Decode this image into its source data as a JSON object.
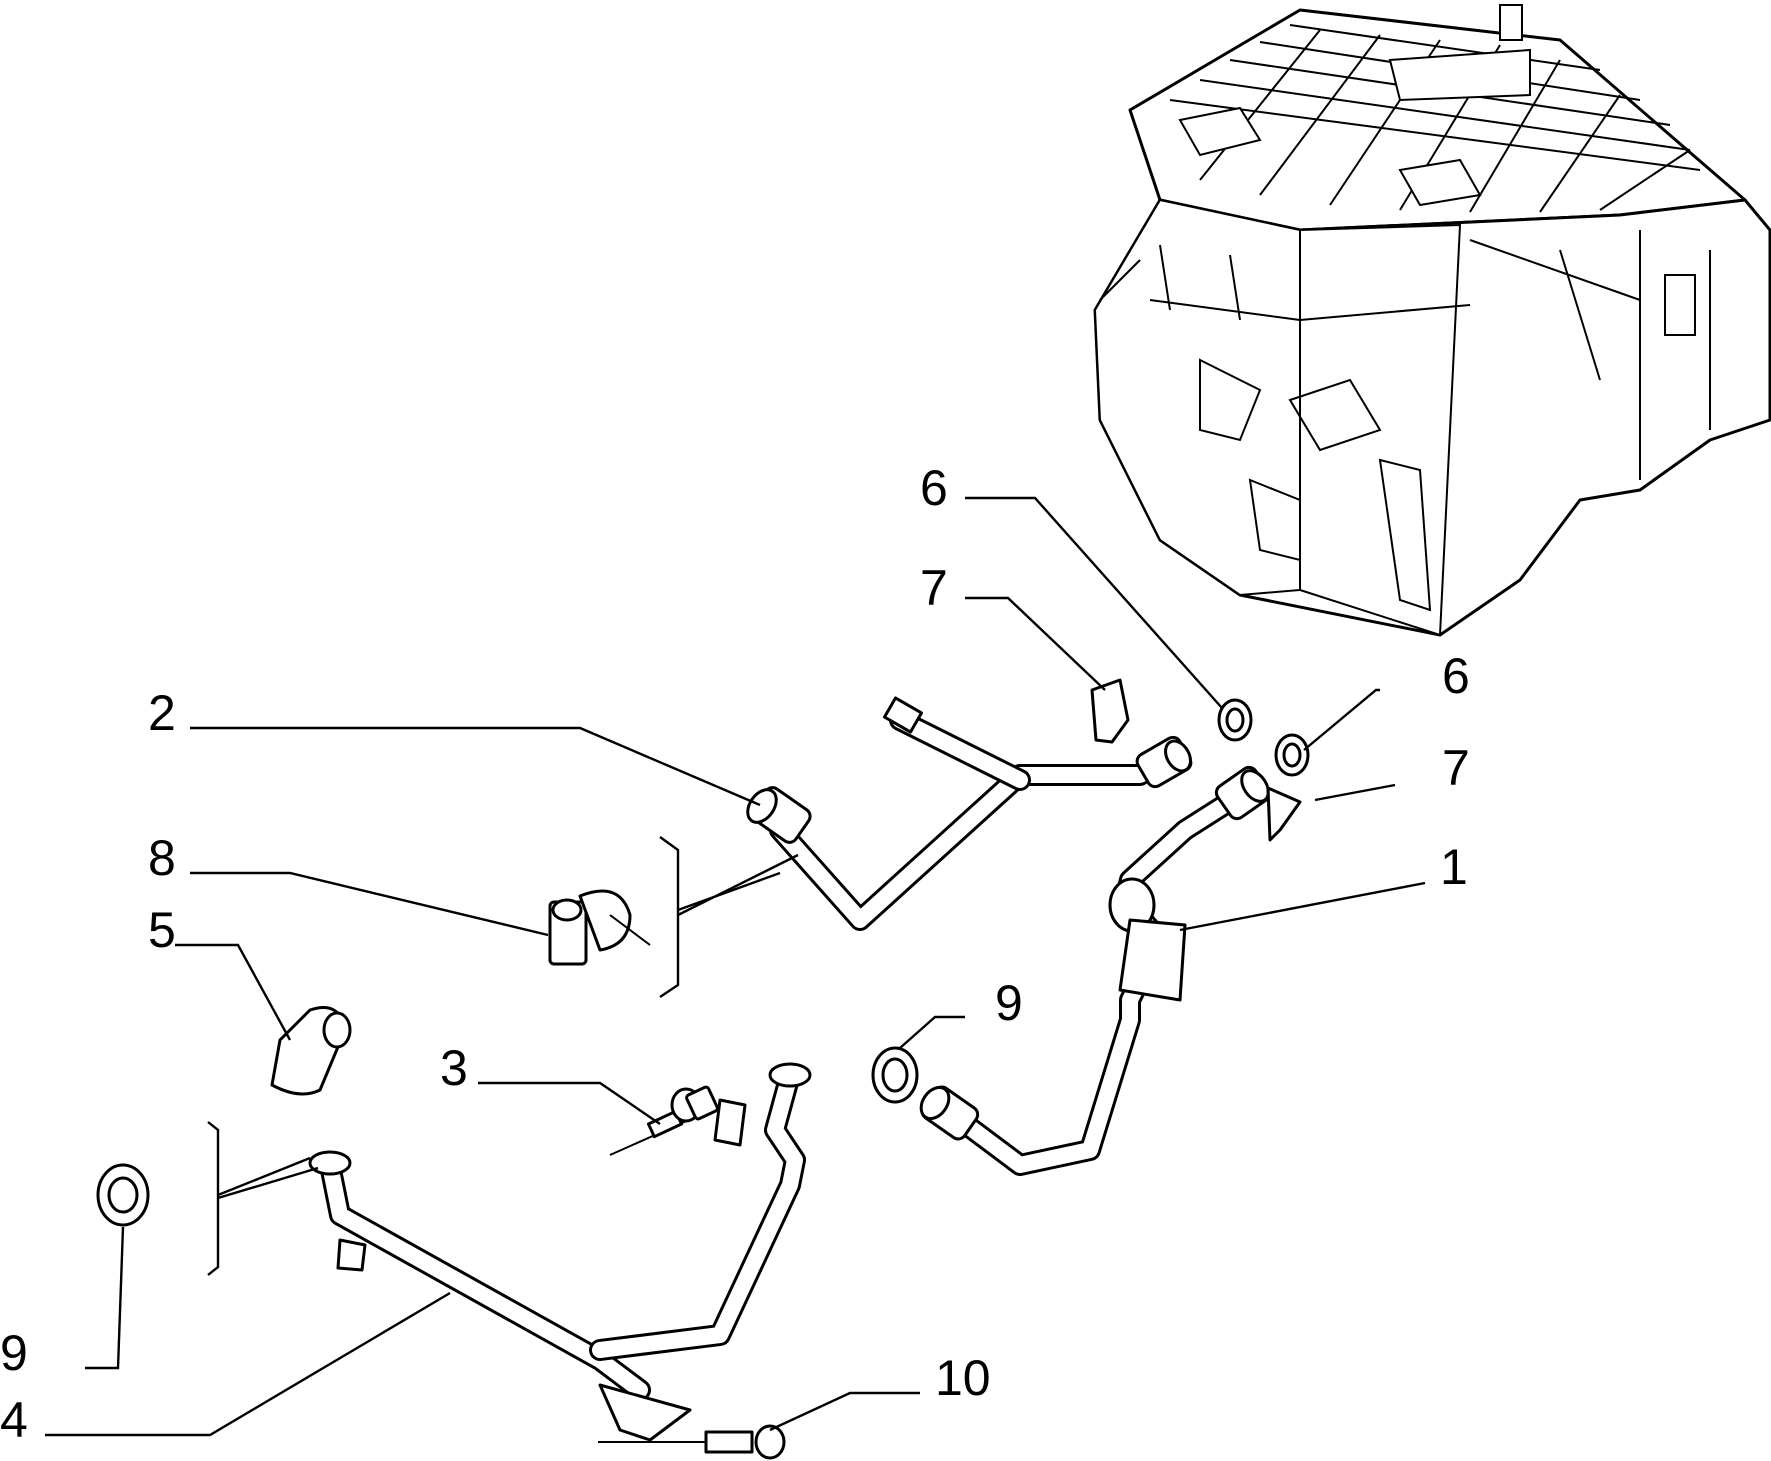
{
  "callouts": [
    {
      "key": "c6a",
      "text": "6"
    },
    {
      "key": "c7a",
      "text": "7"
    },
    {
      "key": "c6b",
      "text": "6"
    },
    {
      "key": "c7b",
      "text": "7"
    },
    {
      "key": "c2",
      "text": "2"
    },
    {
      "key": "c1",
      "text": "1"
    },
    {
      "key": "c8",
      "text": "8"
    },
    {
      "key": "c5",
      "text": "5"
    },
    {
      "key": "c9a",
      "text": "9"
    },
    {
      "key": "c3",
      "text": "3"
    },
    {
      "key": "c9b",
      "text": "9"
    },
    {
      "key": "c4",
      "text": "4"
    },
    {
      "key": "c10",
      "text": "10"
    }
  ]
}
